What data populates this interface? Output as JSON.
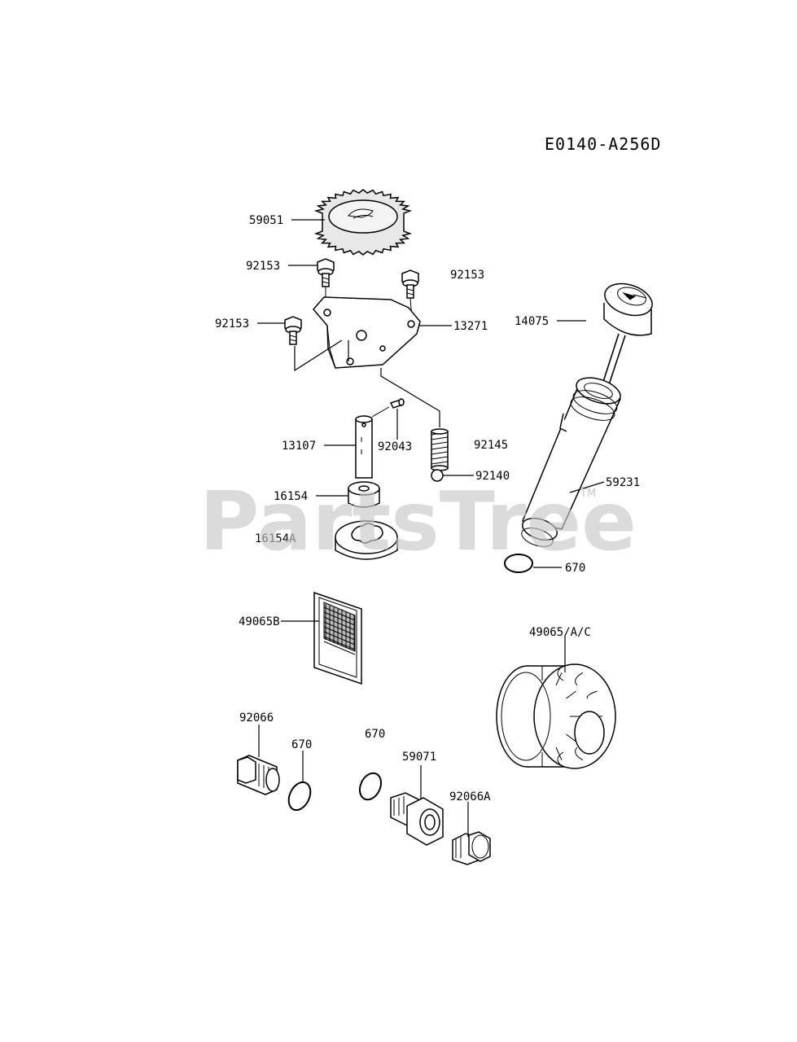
{
  "diagram": {
    "code": "E0140-A256D",
    "watermark": "PartsTree",
    "trademark": "TM",
    "parts": {
      "p59051": "59051",
      "p92153a": "92153",
      "p92153b": "92153",
      "p92153c": "92153",
      "p13271": "13271",
      "p14075": "14075",
      "p13107": "13107",
      "p92043": "92043",
      "p92145": "92145",
      "p92140": "92140",
      "p59231": "59231",
      "p16154": "16154",
      "p16154A": "16154A",
      "p670a": "670",
      "p49065B": "49065B",
      "p49065AC": "49065/A/C",
      "p92066": "92066",
      "p670b": "670",
      "p670c": "670",
      "p59071": "59071",
      "p92066A": "92066A"
    }
  }
}
